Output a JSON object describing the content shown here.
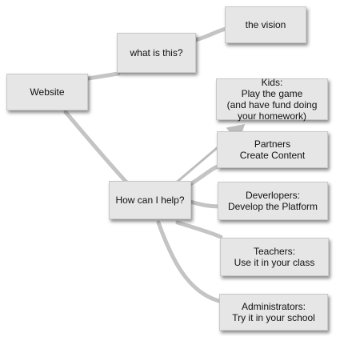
{
  "nodes": {
    "website": "Website",
    "what": "what is this?",
    "vision": "the vision",
    "help": "How can I help?",
    "kids": "Kids:\nPlay the game\n(and have fund doing\nyour homework)",
    "partners": "Partners\nCreate Content",
    "developers": "Deverlopers:\nDevelop the Platform",
    "teachers": "Teachers:\nUse it in your class",
    "administrators": "Administrators:\nTry it in your school"
  },
  "colors": {
    "node_fill": "#e6e6e6",
    "connector": "#c4c4c4",
    "text": "#111111"
  }
}
